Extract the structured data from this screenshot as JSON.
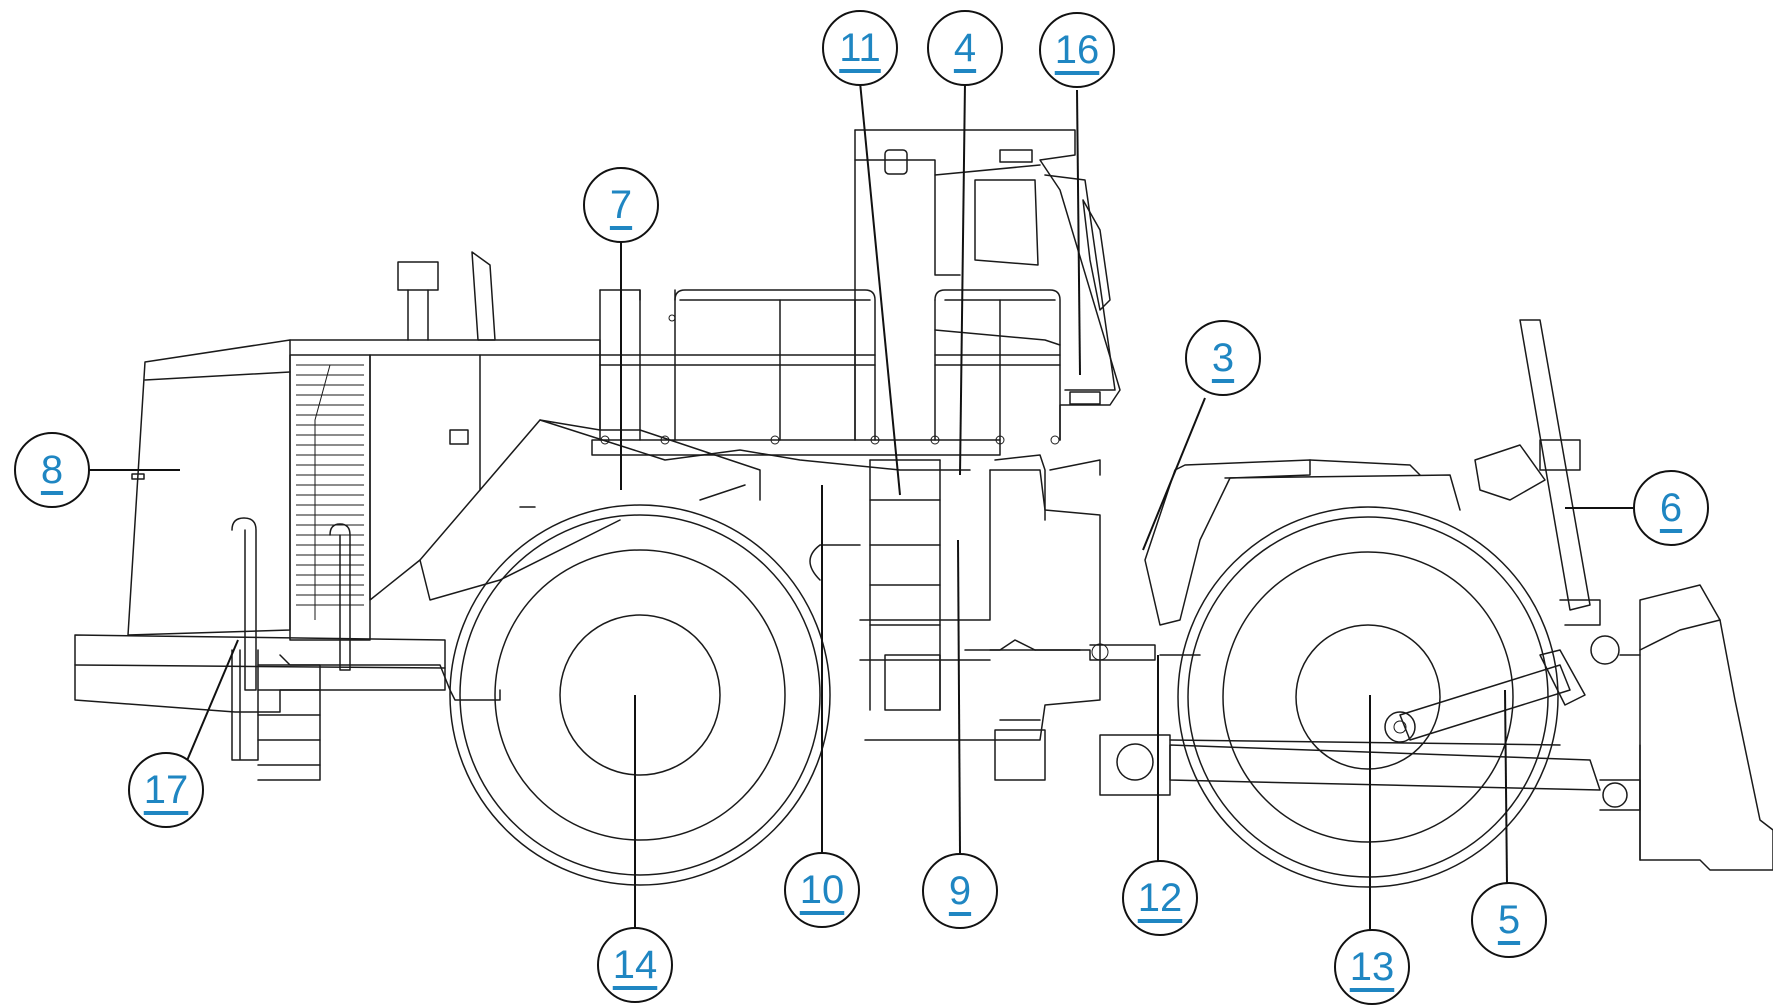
{
  "diagram": {
    "callouts": [
      {
        "id": "c11",
        "label": "11"
      },
      {
        "id": "c4",
        "label": "4"
      },
      {
        "id": "c16",
        "label": "16"
      },
      {
        "id": "c7",
        "label": "7"
      },
      {
        "id": "c3",
        "label": "3"
      },
      {
        "id": "c8",
        "label": "8"
      },
      {
        "id": "c6",
        "label": "6"
      },
      {
        "id": "c17",
        "label": "17"
      },
      {
        "id": "c10",
        "label": "10"
      },
      {
        "id": "c9",
        "label": "9"
      },
      {
        "id": "c12",
        "label": "12"
      },
      {
        "id": "c5",
        "label": "5"
      },
      {
        "id": "c14",
        "label": "14"
      },
      {
        "id": "c13",
        "label": "13"
      }
    ],
    "colors": {
      "link": "#1f86c2",
      "line": "#1a1a1a"
    }
  }
}
